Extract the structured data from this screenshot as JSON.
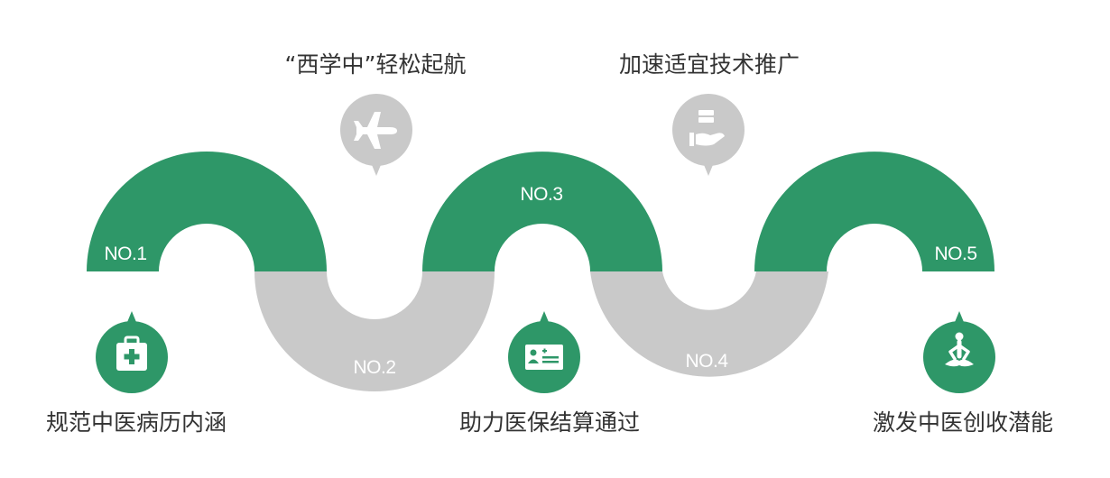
{
  "colors": {
    "green": "#2e9768",
    "gray": "#c9c9c9",
    "text": "#333333",
    "white": "#ffffff"
  },
  "steps": [
    {
      "no": "NO.1",
      "caption": "规范中医病历内涵",
      "color": "green",
      "icon": "first-aid-kit-icon",
      "position": "below"
    },
    {
      "no": "NO.2",
      "caption": "“西学中”轻松起航",
      "color": "gray",
      "icon": "airplane-icon",
      "position": "above"
    },
    {
      "no": "NO.3",
      "caption": "助力医保结算通过",
      "color": "green",
      "icon": "id-card-icon",
      "position": "below"
    },
    {
      "no": "NO.4",
      "caption": "加速适宜技术推广",
      "color": "gray",
      "icon": "hand-holding-stack-icon",
      "position": "above"
    },
    {
      "no": "NO.5",
      "caption": "激发中医创收潜能",
      "color": "green",
      "icon": "meditation-person-icon",
      "position": "below"
    }
  ]
}
